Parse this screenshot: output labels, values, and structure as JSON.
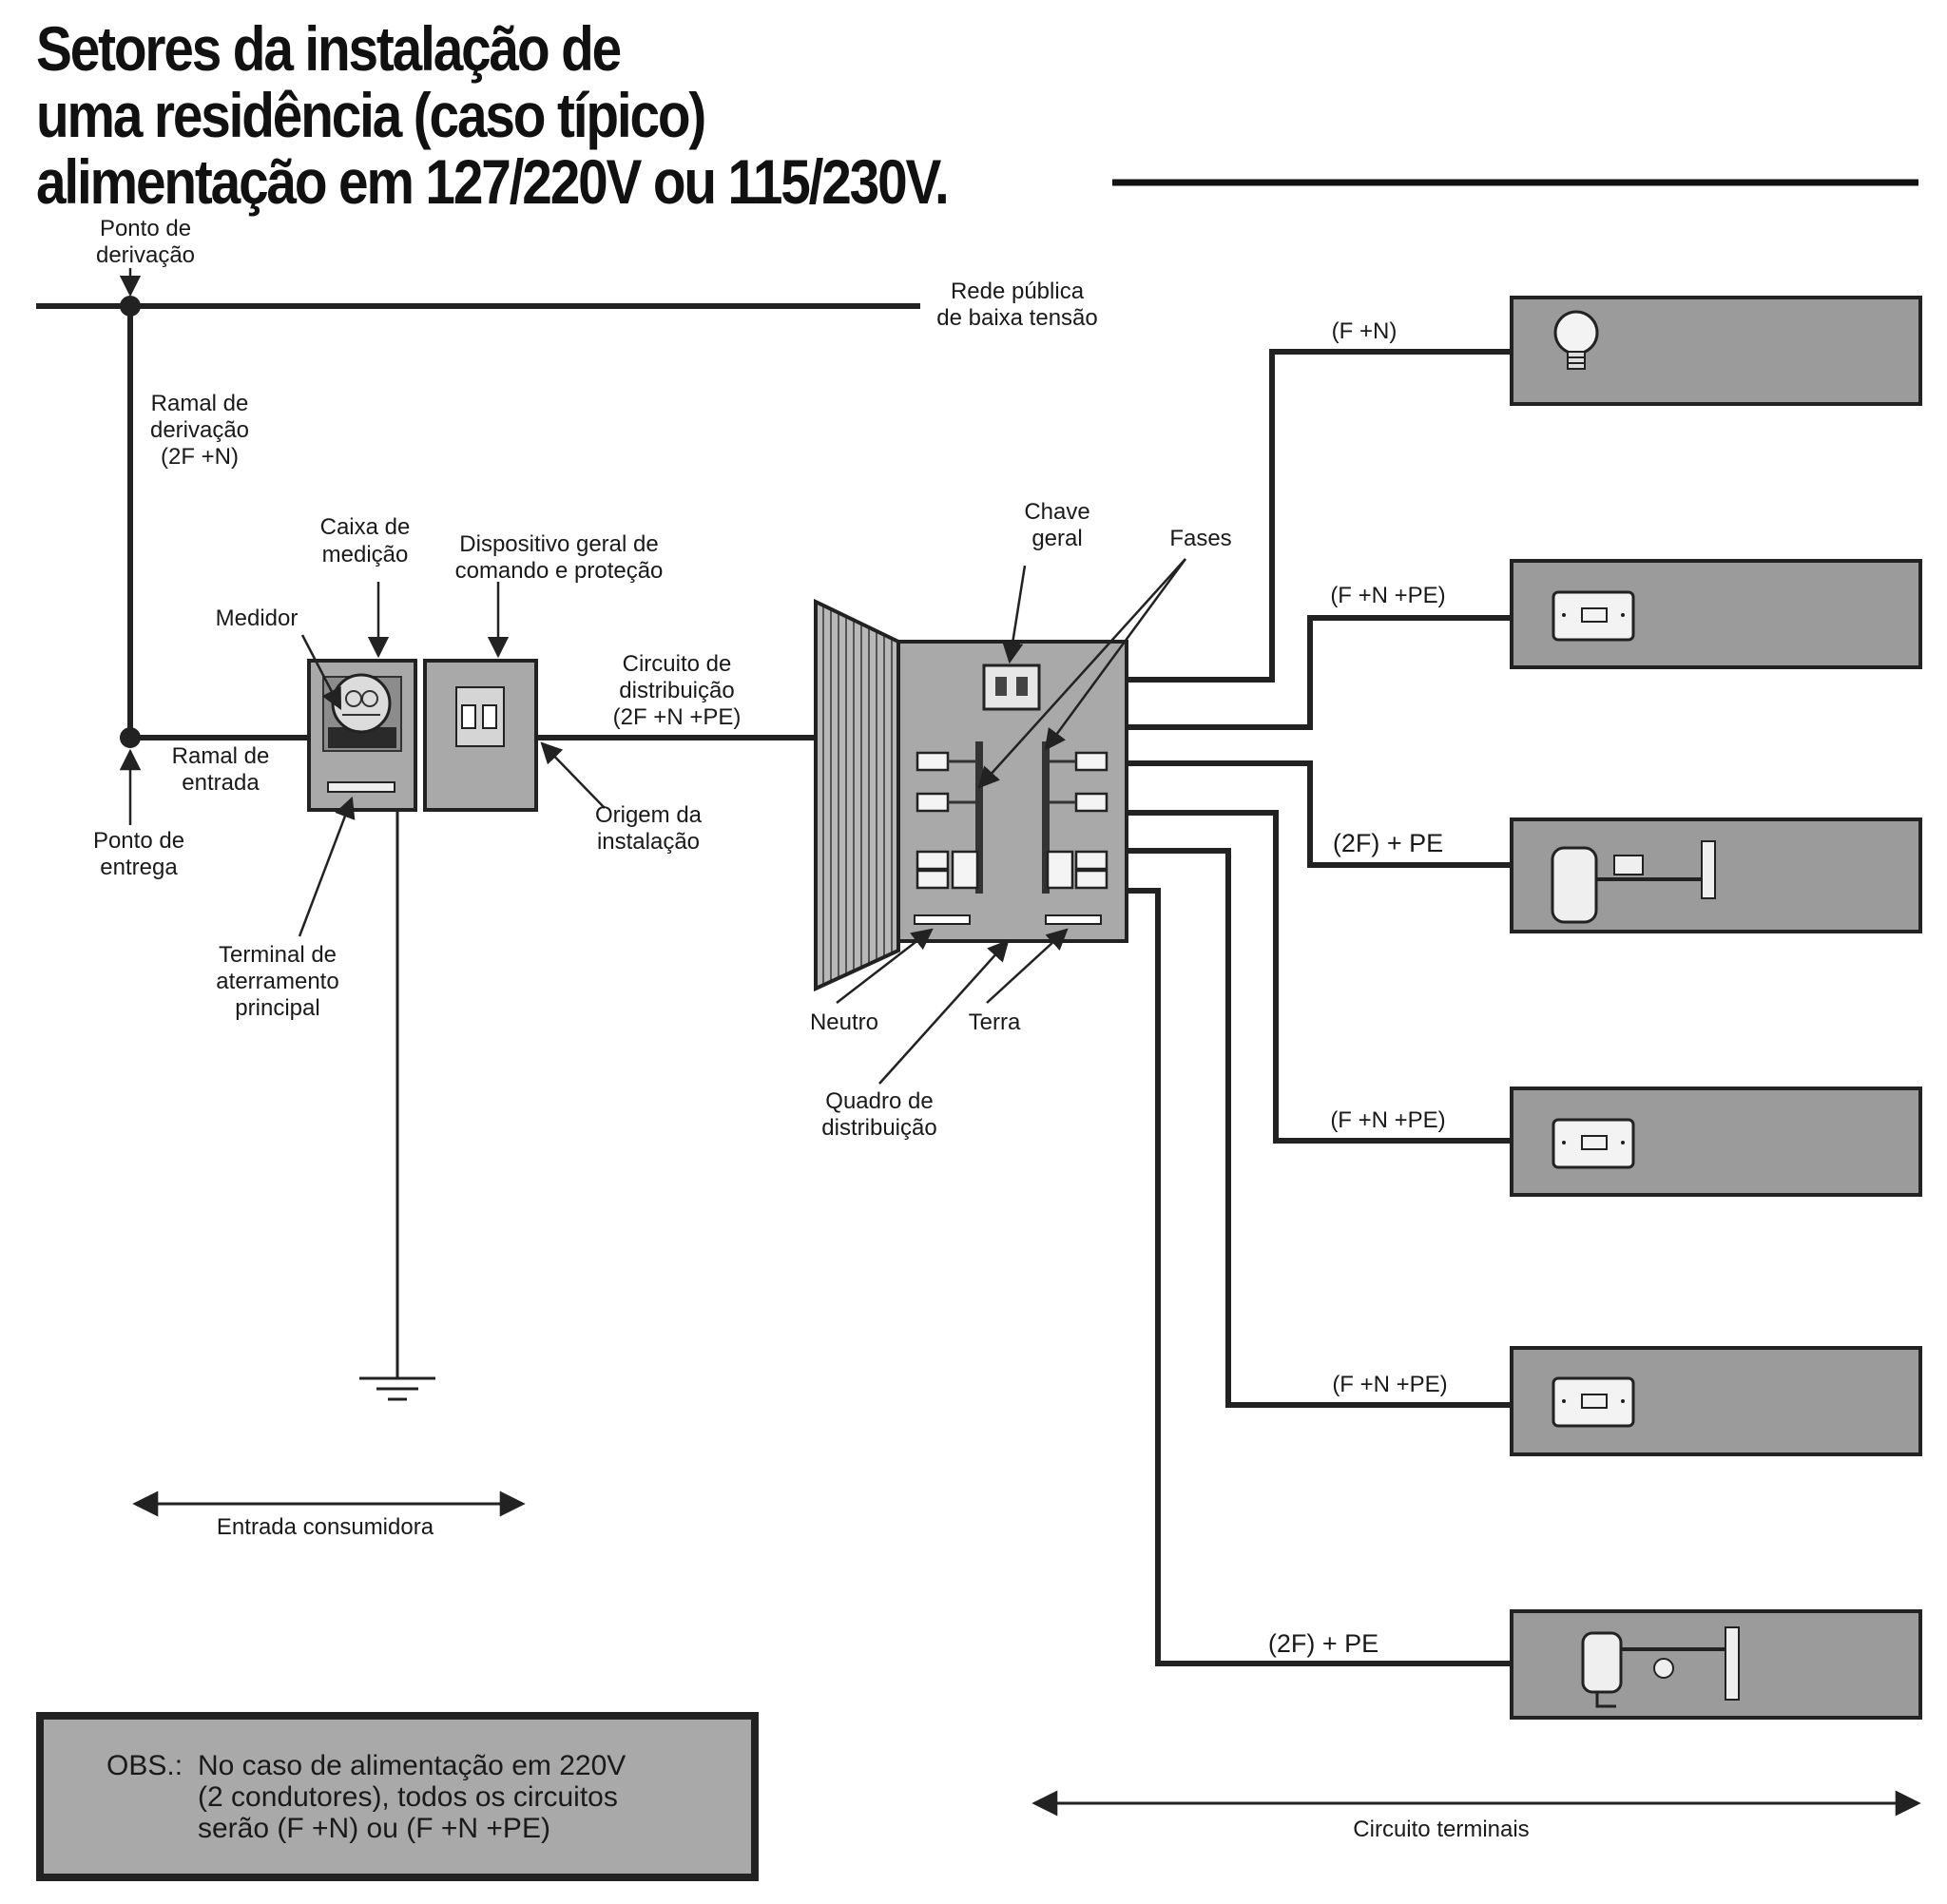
{
  "title": {
    "line1": "Setores da instalação de",
    "line2": "uma   residência (caso típico)",
    "line3": "alimentação  em  127/220V  ou 115/230V."
  },
  "labels": {
    "ponto_derivacao": [
      "Ponto de",
      "derivação"
    ],
    "rede_publica": [
      "Rede pública",
      "de baixa tensão"
    ],
    "ramal_derivacao": [
      "Ramal de",
      "derivação",
      "(2F +N)"
    ],
    "caixa_medicao": [
      "Caixa de",
      "medição"
    ],
    "dispositivo_geral": [
      "Dispositivo geral de",
      "comando e proteção"
    ],
    "medidor": "Medidor",
    "ramal_entrada": [
      "Ramal de",
      "entrada"
    ],
    "ponto_entrega": [
      "Ponto de",
      "entrega"
    ],
    "terminal_aterramento": [
      "Terminal de",
      "aterramento",
      "principal"
    ],
    "circuito_distribuicao": [
      "Circuito de",
      "distribuição",
      "(2F +N +PE)"
    ],
    "origem_instalacao": [
      "Origem da",
      "instalação"
    ],
    "chave_geral": [
      "Chave",
      "geral"
    ],
    "fases": "Fases",
    "neutro": "Neutro",
    "terra": "Terra",
    "quadro_distribuicao": [
      "Quadro de",
      "distribuição"
    ],
    "entrada_consumidora": "Entrada consumidora",
    "circuito_terminais": "Circuito terminais"
  },
  "circuits": [
    {
      "label": "(F +N)",
      "device": "lamp"
    },
    {
      "label": "(F +N +PE)",
      "device": "outlet"
    },
    {
      "label": "(2F) + PE",
      "device": "water-heater"
    },
    {
      "label": "(F +N +PE)",
      "device": "outlet"
    },
    {
      "label": "(F +N +PE)",
      "device": "outlet"
    },
    {
      "label": "(2F) + PE",
      "device": "shower-heater"
    }
  ],
  "obs": {
    "prefix": "OBS.:",
    "lines": [
      "No caso de alimentação em 220V",
      "(2 condutores), todos os circuitos",
      "serão (F +N) ou (F +N +PE)"
    ]
  },
  "colors": {
    "panel_gray": "#9b9b9b",
    "line_dark": "#222222",
    "box_gray": "#a9a9a9"
  }
}
